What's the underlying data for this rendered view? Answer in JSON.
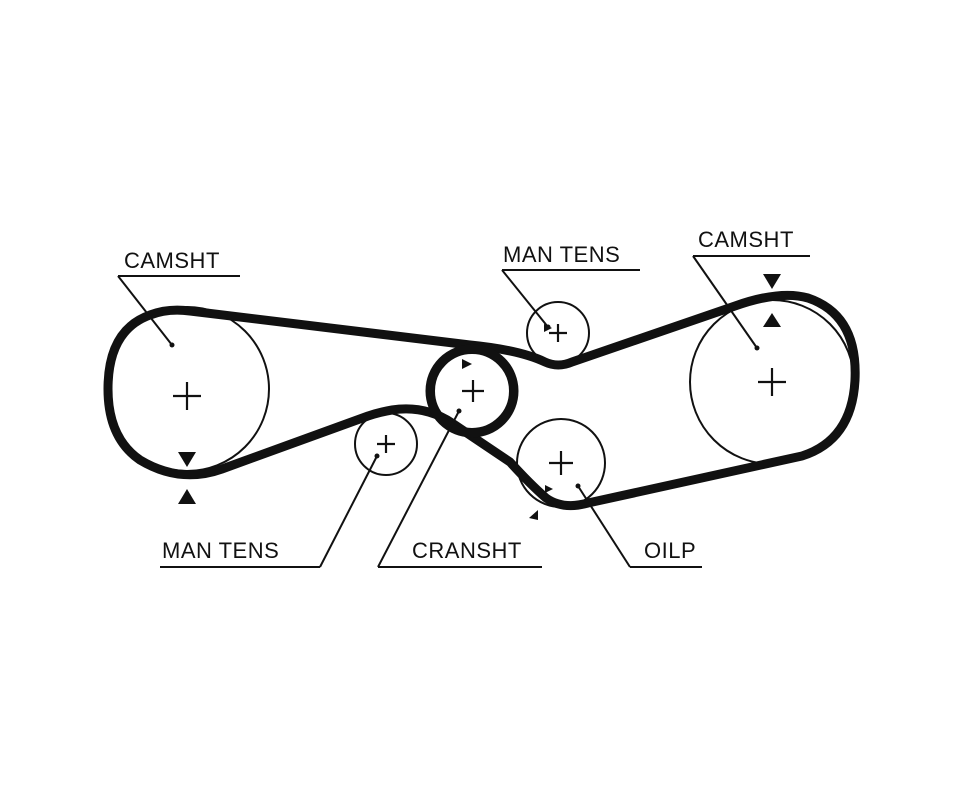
{
  "labels": {
    "camshaft_left": "CAMSHT",
    "camshaft_right": "CAMSHT",
    "tensioner_top": "MAN TENS",
    "tensioner_bottom": "MAN TENS",
    "crankshaft": "CRANSHT",
    "oil_pump": "OILP"
  },
  "colors": {
    "line": "#111111",
    "background": "#ffffff"
  }
}
